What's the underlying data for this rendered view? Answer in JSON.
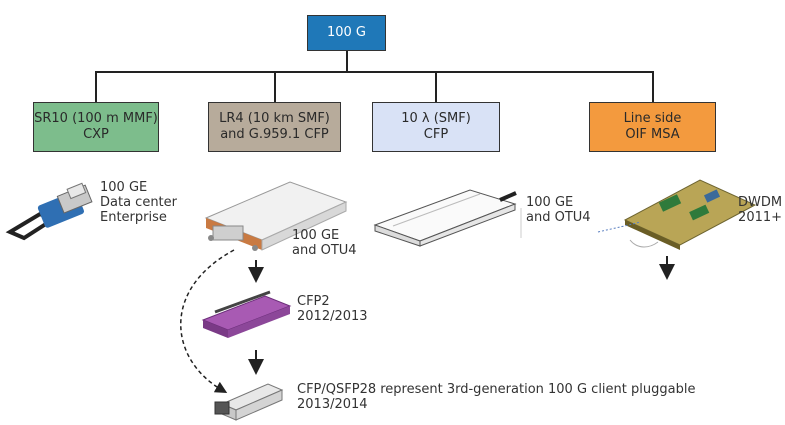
{
  "root": {
    "label": "100 G"
  },
  "categories": [
    {
      "line1": "SR10 (100 m MMF)",
      "line2": "CXP"
    },
    {
      "line1": "LR4 (10 km SMF)",
      "line2": "and G.959.1 CFP"
    },
    {
      "line1": "10 λ (SMF)",
      "line2": "CFP"
    },
    {
      "line1": "Line side",
      "line2": "OIF MSA"
    }
  ],
  "labels": {
    "cxp": [
      "100 GE",
      "Data center",
      "Enterprise"
    ],
    "cfp_lr4": [
      "100 GE",
      "and OTU4"
    ],
    "cfp_10l": [
      "100 GE",
      "and OTU4"
    ],
    "dwdm": [
      "DWDM",
      "2011+"
    ],
    "cfp2": [
      "CFP2",
      "2012/2013"
    ],
    "cfp4": [
      "CFP/QSFP28 represent 3rd-generation 100 G client pluggable",
      "2013/2014"
    ]
  },
  "colors": {
    "root": "#1f78b8",
    "sr10": "#7dbd8c",
    "lr4": "#b7ab9b",
    "ten_lambda": "#d9e2f6",
    "line_side": "#f39a3e"
  }
}
